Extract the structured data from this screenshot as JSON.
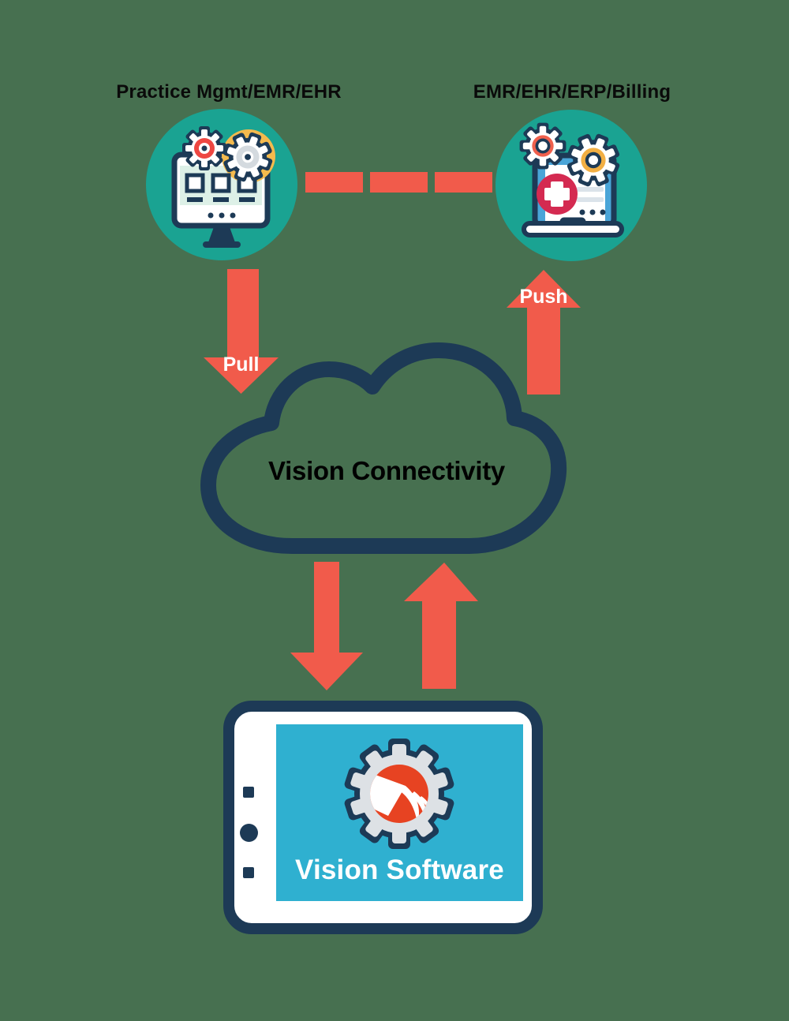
{
  "diagram": {
    "titles": {
      "left": "Practice Mgmt/EMR/EHR",
      "right": "EMR/EHR/ERP/Billing"
    },
    "cloud": {
      "label": "Vision Connectivity"
    },
    "device": {
      "label": "Vision Software"
    },
    "arrows": {
      "pull": "Pull",
      "push": "Push"
    },
    "icons": {
      "left_node": "monitor-gears-icon",
      "right_node": "laptop-medical-gears-icon",
      "cloud": "cloud-outline-icon",
      "device_logo": "vision-gear-logo-icon"
    },
    "colors": {
      "background": "#477050",
      "node_circle_teal": "#1aa392",
      "outline_navy": "#1d3a56",
      "arrow_salmon": "#f15b4b",
      "device_screen_teal": "#2fb0d0",
      "logo_red": "#e74322",
      "accent_yellow": "#f4ba4d",
      "accent_red": "#ee4742",
      "accent_crimson": "#d42a51",
      "laptop_blue": "#4aa5d8",
      "gear_gray": "#dde1e5"
    }
  }
}
